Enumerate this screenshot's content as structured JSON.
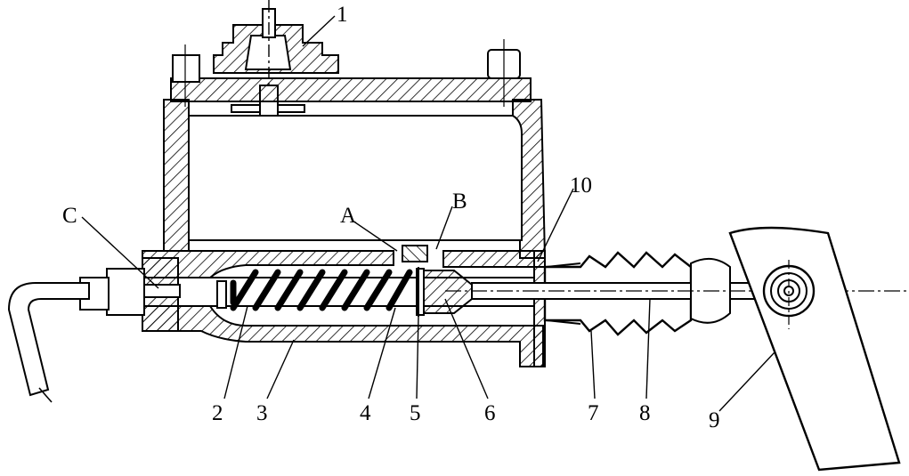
{
  "diagram": {
    "labels": {
      "n1": "1",
      "n2": "2",
      "n3": "3",
      "n4": "4",
      "n5": "5",
      "n6": "6",
      "n7": "7",
      "n8": "8",
      "n9": "9",
      "n10": "10",
      "A": "A",
      "B": "B",
      "C": "C"
    }
  }
}
